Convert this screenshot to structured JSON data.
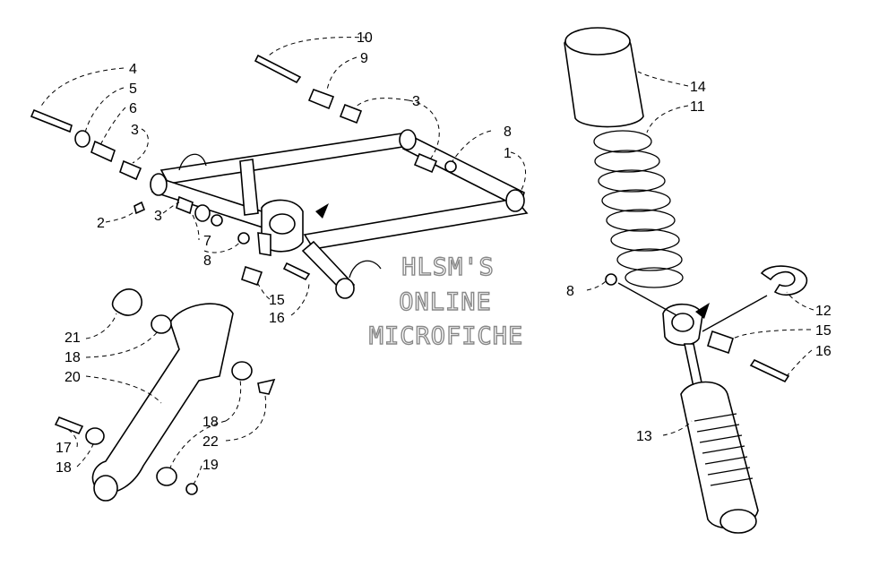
{
  "labels": {
    "p1": "1",
    "p2": "2",
    "p3a": "3",
    "p3b": "3",
    "p3c": "3",
    "p4": "4",
    "p5": "5",
    "p6": "6",
    "p7": "7",
    "p8a": "8",
    "p8b": "8",
    "p8c": "8",
    "p9": "9",
    "p10": "10",
    "p11": "11",
    "p12": "12",
    "p13": "13",
    "p14": "14",
    "p15a": "15",
    "p15b": "15",
    "p16a": "16",
    "p16b": "16",
    "p17": "17",
    "p18a": "18",
    "p18b": "18",
    "p18c": "18",
    "p19": "19",
    "p20": "20",
    "p21": "21",
    "p22": "22"
  },
  "watermark": {
    "line1": "HLSM'S",
    "line2": "ONLINE",
    "line3": "MICROFICHE"
  }
}
